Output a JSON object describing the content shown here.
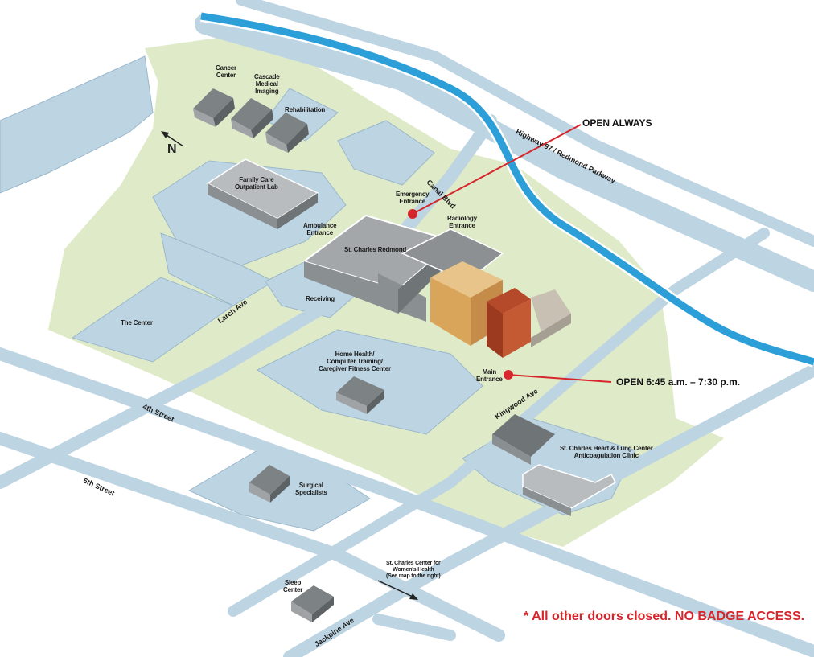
{
  "north_label": "N",
  "buildings": {
    "cancer_center": "Cancer\nCenter",
    "cascade_imaging": "Cascade\nMedical\nImaging",
    "rehabilitation": "Rehabilitation",
    "family_care": "Family Care\nOutpatient Lab",
    "emergency_entrance": "Emergency\nEntrance",
    "radiology_entrance": "Radiology\nEntrance",
    "ambulance_entrance": "Ambulance\nEntrance",
    "st_charles_redmond": "St. Charles Redmond",
    "receiving": "Receiving",
    "the_center": "The Center",
    "home_health": "Home Health/\nComputer Training/\nCaregiver Fitness Center",
    "main_entrance": "Main\nEntrance",
    "heart_lung": "St. Charles Heart & Lung Center\nAnticoagulation Clinic",
    "surgical_specialists": "Surgical\nSpecialists",
    "sleep_center": "Sleep\nCenter",
    "womens_health": "St. Charles Center for\nWomen's Health\n(See map to the right)"
  },
  "streets": {
    "highway": "Highway 97 / Redmond Parkway",
    "canal": "Canal Blvd",
    "larch": "Larch Ave",
    "fourth": "4th Street",
    "sixth": "6th Street",
    "kingwood": "Kingwood Ave",
    "jackpine": "Jackpine Ave"
  },
  "callouts": {
    "open_always": "OPEN ALWAYS",
    "open_hours": "OPEN 6:45 a.m. – 7:30 p.m."
  },
  "notice": "* All other doors closed. NO BADGE ACCESS.",
  "colors": {
    "grass": "#dfeac8",
    "paving": "#bdd4e2",
    "water": "#2d9fd8",
    "callout_red": "#d7262b",
    "building_gray": "#9fa3a6",
    "hospital_orange": "#d9a55a"
  }
}
